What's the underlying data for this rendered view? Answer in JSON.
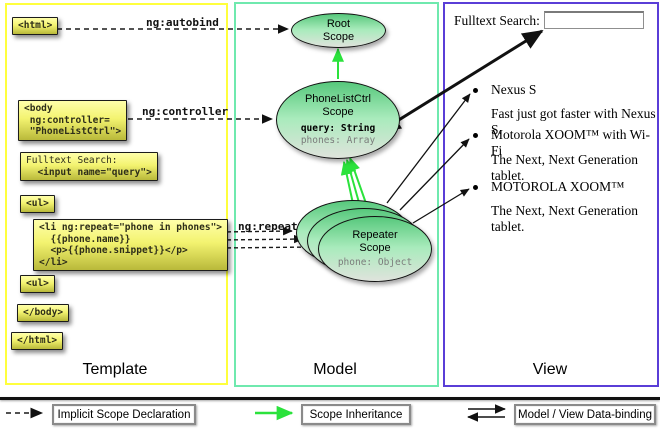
{
  "panels": {
    "template": {
      "label": "Template"
    },
    "model": {
      "label": "Model"
    },
    "view": {
      "label": "View"
    }
  },
  "annotations": {
    "autobind": "ng:autobind",
    "controller": "ng:controller",
    "repeat": "ng:repeat"
  },
  "template_code": {
    "html_open": "<html>",
    "body_open_lines": [
      "<body",
      " ng:controller=",
      " \"PhoneListCtrl\">"
    ],
    "fulltext_label": "Fulltext Search:",
    "fulltext_input": "  <input name=\"query\">",
    "ul_open": "<ul>",
    "li_repeat_lines": [
      "<li ng:repeat=\"phone in phones\">",
      "  {{phone.name}}",
      "  <p>{{phone.snippet}}</p>",
      "</li>"
    ],
    "ul_close": "<ul>",
    "body_close": "</body>",
    "html_close": "</html>"
  },
  "model_scopes": {
    "root": {
      "line1": "Root",
      "line2": "Scope"
    },
    "phonelist": {
      "line1": "PhoneListCtrl",
      "line2": "Scope",
      "prop1": "query: String",
      "prop2": "phones: Array"
    },
    "repeater": {
      "line1": "Repeater",
      "line2": "Scope",
      "prop1": "phone: Object"
    }
  },
  "view_content": {
    "search_label": "Fulltext Search:",
    "search_value": "",
    "items": [
      {
        "title": "Nexus S",
        "desc": "Fast just got faster with Nexus S."
      },
      {
        "title": "Motorola XOOM™  with Wi-Fi",
        "desc": "The Next, Next Generation tablet."
      },
      {
        "title": "MOTOROLA XOOM™",
        "desc": "The Next, Next Generation tablet."
      }
    ]
  },
  "legend": {
    "implicit": "Implicit Scope Declaration",
    "inheritance": "Scope Inheritance",
    "databinding": "Model / View Data-binding"
  },
  "colors": {
    "template_border": "#ffff3d",
    "model_border": "#6fe9ae",
    "view_border": "#5a3ed7",
    "scope_fill_top": "#57c87c",
    "code_box_fill": "#f3f370",
    "inheritance_arrow": "#2be23c",
    "arrow_black": "#111111"
  }
}
